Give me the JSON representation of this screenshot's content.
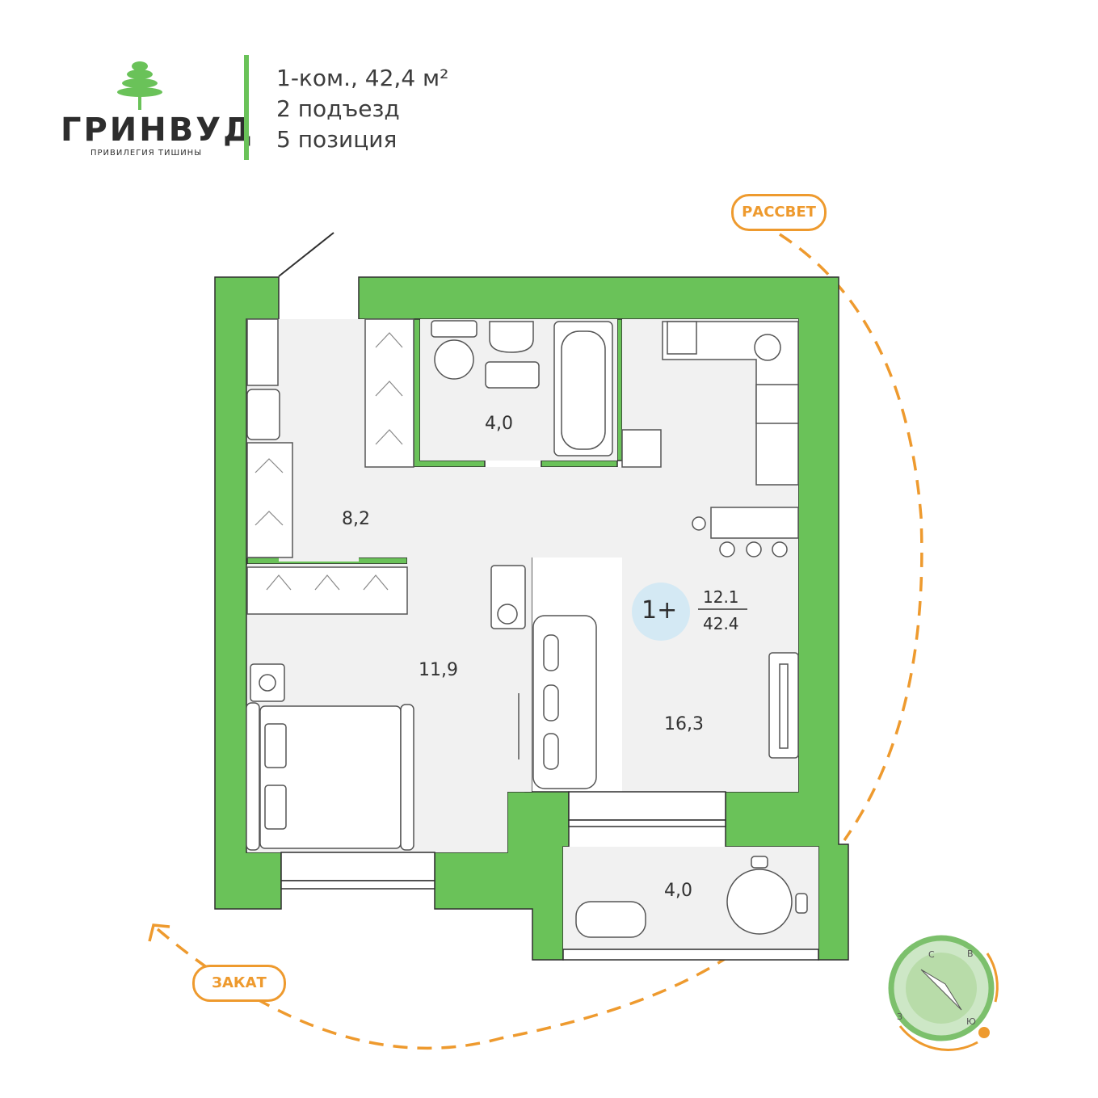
{
  "brand": {
    "name": "ГРИНВУД",
    "tagline": "ПРИВИЛЕГИЯ ТИШИНЫ",
    "accent_color": "#6ac259",
    "icon": "tree-icon"
  },
  "info": {
    "line1": "1-ком., 42,4 м²",
    "line2": "2 подъезд",
    "line3": "5 позиция"
  },
  "sun": {
    "sunrise_label": "РАССВЕТ",
    "sunset_label": "ЗАКАТ",
    "color": "#ee9a2e"
  },
  "apartment": {
    "type_badge": "1+",
    "living_area": "12.1",
    "total_area": "42.4",
    "badge_color": "#d4e9f4",
    "wall_color": "#6ac259",
    "floor_color": "#f2f2f2"
  },
  "rooms": {
    "hall": "8,2",
    "bathroom": "4,0",
    "bedroom": "11,9",
    "living": "16,3",
    "balcony": "4,0"
  },
  "compass": {
    "north": "С",
    "east": "В",
    "south": "Ю",
    "west": "З"
  }
}
